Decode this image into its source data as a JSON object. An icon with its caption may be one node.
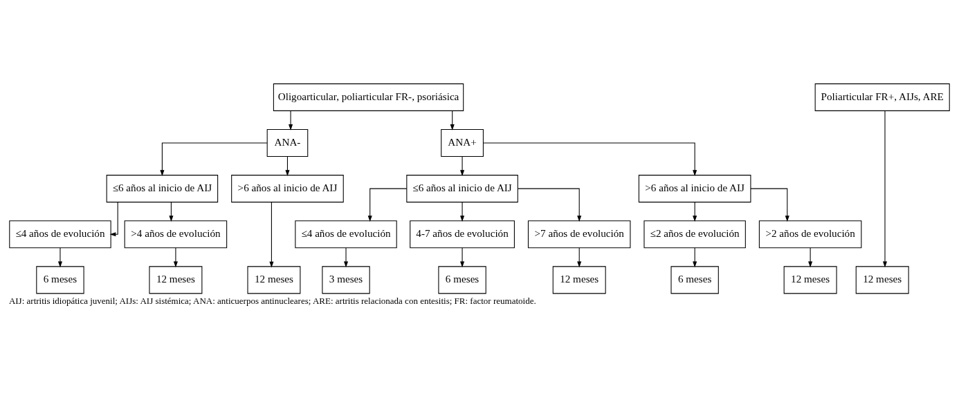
{
  "diagram": {
    "caption": "AIJ: artritis idiopática juvenil; AIJs: AIJ sistémica; ANA: anticuerpos antinucleares; ARE: artritis relacionada con entesitis; FR: factor reumatoide.",
    "nodes": [
      {
        "text": [
          "Oligoarticular, poliarticular FR-, psoriásica"
        ]
      },
      {
        "text": [
          "Poliarticular FR+, AIJs, ARE"
        ]
      },
      {
        "text": [
          "ANA-"
        ]
      },
      {
        "text": [
          "ANA+"
        ]
      },
      {
        "text": [
          "≤6 años al inicio de AIJ"
        ]
      },
      {
        "text": [
          ">6 años al inicio de AIJ"
        ]
      },
      {
        "text": [
          "≤6 años al inicio de AIJ"
        ]
      },
      {
        "text": [
          ">6 años al inicio de AIJ"
        ]
      },
      {
        "text": [
          "≤4 años de evolución"
        ]
      },
      {
        "text": [
          ">4 años de evolución"
        ]
      },
      {
        "text": [
          "≤4 años de evolución"
        ]
      },
      {
        "text": [
          "4-7 años de evolución"
        ]
      },
      {
        "text": [
          ">7 años de evolución"
        ]
      },
      {
        "text": [
          "≤2 años de evolución"
        ]
      },
      {
        "text": [
          ">2 años de evolución"
        ]
      },
      {
        "text": [
          "6 meses"
        ]
      },
      {
        "text": [
          "12 meses"
        ]
      },
      {
        "text": [
          "12 meses"
        ]
      },
      {
        "text": [
          "3 meses"
        ]
      },
      {
        "text": [
          "6 meses"
        ]
      },
      {
        "text": [
          "12 meses"
        ]
      },
      {
        "text": [
          "6 meses"
        ]
      },
      {
        "text": [
          "12 meses"
        ]
      },
      {
        "text": [
          "12 meses"
        ]
      }
    ],
    "edges": [
      {
        "from": 0,
        "to": 2,
        "arrow": "to"
      },
      {
        "from": 0,
        "to": 3,
        "arrow": "to"
      },
      {
        "from": 2,
        "to": 4,
        "arrow": "to"
      },
      {
        "from": 2,
        "to": 5,
        "arrow": "to"
      },
      {
        "from": 3,
        "to": 6,
        "arrow": "to"
      },
      {
        "from": 3,
        "to": 7,
        "arrow": "to"
      },
      {
        "from": 4,
        "to": 8,
        "arrow": "to"
      },
      {
        "from": 4,
        "to": 9,
        "arrow": "to"
      },
      {
        "from": 6,
        "to": 10,
        "arrow": "to"
      },
      {
        "from": 6,
        "to": 11,
        "arrow": "to"
      },
      {
        "from": 6,
        "to": 12,
        "arrow": "to"
      },
      {
        "from": 7,
        "to": 13,
        "arrow": "to"
      },
      {
        "from": 7,
        "to": 14,
        "arrow": "to"
      },
      {
        "from": 8,
        "to": 15,
        "arrow": "to"
      },
      {
        "from": 9,
        "to": 16,
        "arrow": "to"
      },
      {
        "from": 5,
        "to": 17,
        "arrow": "to"
      },
      {
        "from": 10,
        "to": 18,
        "arrow": "to"
      },
      {
        "from": 11,
        "to": 19,
        "arrow": "to"
      },
      {
        "from": 12,
        "to": 20,
        "arrow": "to"
      },
      {
        "from": 13,
        "to": 21,
        "arrow": "to"
      },
      {
        "from": 14,
        "to": 22,
        "arrow": "to"
      },
      {
        "from": 1,
        "to": 23,
        "arrow": "to"
      }
    ]
  }
}
